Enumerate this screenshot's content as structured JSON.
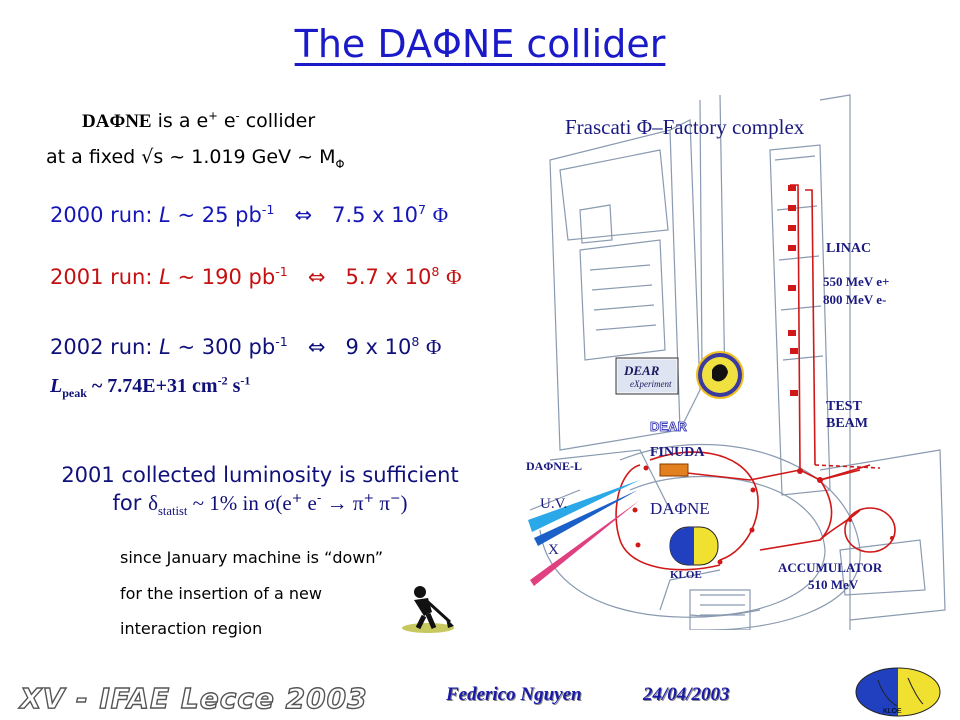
{
  "title": "The DAΦNE collider",
  "intro": {
    "name": "DAΦNE",
    "collider_text": "is a e",
    "plus": "+",
    "e2": "e",
    "minus": "-",
    "collider_word": "collider",
    "line2_prefix": "at a fixed √s ~ 1.019 GeV ~ M",
    "line2_sub": "Φ"
  },
  "runs": [
    {
      "year_text": "2000 run: ",
      "L": "L",
      "lumi": "~ 25 pb",
      "exp": "-1",
      "arrow": "⇔",
      "count": "7.5 x 10",
      "power": "7",
      "phi": "Φ"
    },
    {
      "year_text": "2001 run: ",
      "L": "L",
      "lumi": "~ 190 pb",
      "exp": "-1",
      "arrow": "⇔",
      "count": "5.7 x 10",
      "power": "8",
      "phi": "Φ"
    },
    {
      "year_text": "2002 run: ",
      "L": "L",
      "lumi": "~ 300 pb",
      "exp": "-1",
      "arrow": "⇔",
      "count": "9 x 10",
      "power": "8",
      "phi": "Φ"
    }
  ],
  "lpeak": {
    "L": "L",
    "sub": "peak",
    "value": "~ 7.74E+31 cm",
    "exp1": "-2",
    "s": " s",
    "exp2": "-1"
  },
  "luminosity_note": {
    "line1": "2001 collected luminosity is sufficient",
    "for": "for ",
    "delta": "δ",
    "delta_sub": "statist",
    "tail": " ~ 1% in σ(e",
    "plus": "+",
    "e2": " e",
    "minus": "-",
    "arrow": " → π",
    "pplus": "+",
    "pi2": " π",
    "pminus": "−",
    "close": ")"
  },
  "notes": [
    "since January machine is “down”",
    "for the insertion of a new",
    "interaction region"
  ],
  "figure": {
    "heading": "Frascati Φ–Factory complex",
    "linac": "LINAC",
    "linac_e1": "550 MeV e+",
    "linac_e2": "800 MeV e-",
    "test_beam1": "TEST",
    "test_beam2": "BEAM",
    "dear": "DEAR",
    "finuda": "FINUDA",
    "dafne_l": "DAΦNE-L",
    "uv": "U.V.",
    "x": "X",
    "dafne": "DAΦNE",
    "kloe": "KLOE",
    "accumulator1": "ACCUMULATOR",
    "accumulator2": "510 MeV",
    "dear_logo1": "DEAR",
    "dear_logo2": "eXperiment"
  },
  "footer": {
    "conference": "XV - IFAE Lecce 2003",
    "author": "Federico Nguyen",
    "date": "24/04/2003",
    "kloe_logo": "KLOE"
  },
  "colors": {
    "title": "#1a1ac8",
    "run2000": "#1515b8",
    "run2001": "#c41010",
    "run2002": "#10107a",
    "beam_red": "#d01818"
  }
}
